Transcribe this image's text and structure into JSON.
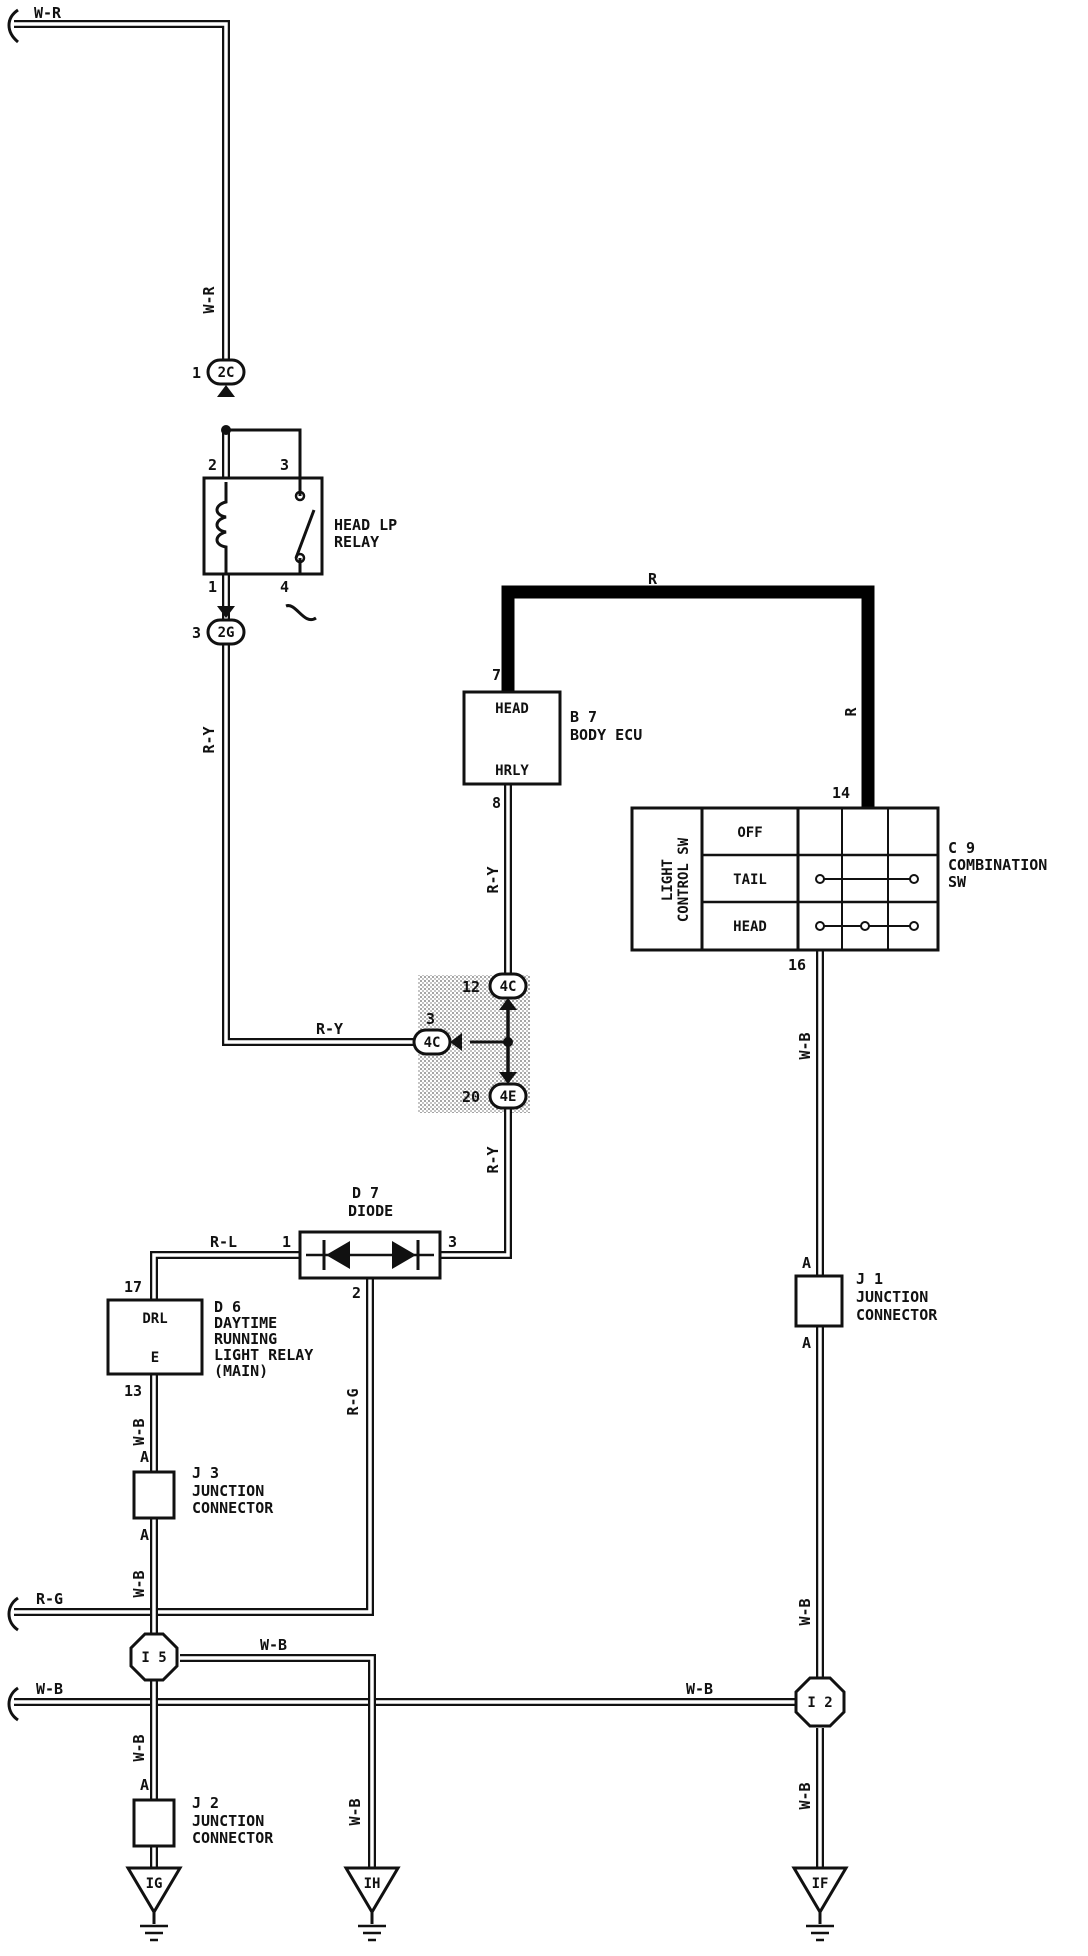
{
  "wire_labels": {
    "top_wr_a": "W-R",
    "top_wr_b": "W-R",
    "ry_left": "R-Y",
    "ry_horiz": "R-Y",
    "ry_body": "R-Y",
    "ry_lower": "R-Y",
    "r_top": "R",
    "r_right": "R",
    "wb_right_upper": "W-B",
    "wb_right_lower": "W-B",
    "wb_right_bottom": "W-B",
    "rl": "R-L",
    "rg_vert": "R-G",
    "rg_left": "R-G",
    "wb_drl": "W-B",
    "wb_j3": "W-B",
    "wb_i5_right": "W-B",
    "wb_left": "W-B",
    "wb_horiz": "W-B",
    "wb_i5_down": "W-B",
    "wb_ih": "W-B"
  },
  "connectors": {
    "c2c": "2C",
    "c2g": "2G",
    "c4c_top": "4C",
    "c4c_left": "4C",
    "c4e": "4E",
    "i5": "I 5",
    "i2": "I 2"
  },
  "pins": {
    "p1": "1",
    "p2": "2",
    "p3": "3",
    "p1b": "1",
    "p4": "4",
    "p3b": "3",
    "p7": "7",
    "p8": "8",
    "p14": "14",
    "p16": "16",
    "p12": "12",
    "p3c": "3",
    "p20": "20",
    "d7_1": "1",
    "d7_3": "3",
    "d7_2": "2",
    "p17": "17",
    "p13": "13",
    "j3a_top": "A",
    "j3a_bot": "A",
    "j1a_top": "A",
    "j1a_bot": "A",
    "j2a_top": "A"
  },
  "components": {
    "relay": {
      "name": "HEAD LP",
      "sub": "RELAY"
    },
    "ecu": {
      "code": "B 7",
      "name": "BODY ECU",
      "pin_head": "HEAD",
      "pin_hrly": "HRLY"
    },
    "combo": {
      "code": "C 9",
      "name": "COMBINATION",
      "sub": "SW",
      "side_a": "LIGHT",
      "side_b": "CONTROL SW",
      "rows": [
        "OFF",
        "TAIL",
        "HEAD"
      ]
    },
    "diode": {
      "code": "D 7",
      "name": "DIODE"
    },
    "drl": {
      "code": "D 6",
      "l1": "DAYTIME",
      "l2": "RUNNING",
      "l3": "LIGHT RELAY",
      "l4": "(MAIN)",
      "pin_top": "DRL",
      "pin_bot": "E"
    },
    "j1": {
      "code": "J 1",
      "l1": "JUNCTION",
      "l2": "CONNECTOR"
    },
    "j2": {
      "code": "J 2",
      "l1": "JUNCTION",
      "l2": "CONNECTOR"
    },
    "j3": {
      "code": "J 3",
      "l1": "JUNCTION",
      "l2": "CONNECTOR"
    }
  },
  "grounds": {
    "ig": "IG",
    "ih": "IH",
    "if": "IF"
  }
}
